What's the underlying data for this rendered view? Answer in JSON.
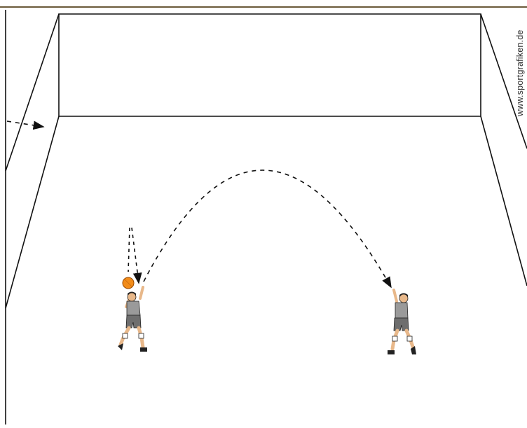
{
  "diagram": {
    "watermark": "www.sportgrafiken.de",
    "colors": {
      "background": "#ffffff",
      "lines": "#111111",
      "top_border": "#6b5a3a",
      "ball": "#f28c1a",
      "ball_outline": "#9a4a00",
      "player_shirt": "#9a9a9a",
      "player_shorts": "#6e6e6e",
      "player_skin": "#e8b88a",
      "player_hair": "#222222"
    },
    "elements": [
      "court-walls",
      "entry-arrow",
      "ball-bounce-path",
      "throw-arc",
      "ball",
      "player-left",
      "player-right"
    ]
  }
}
